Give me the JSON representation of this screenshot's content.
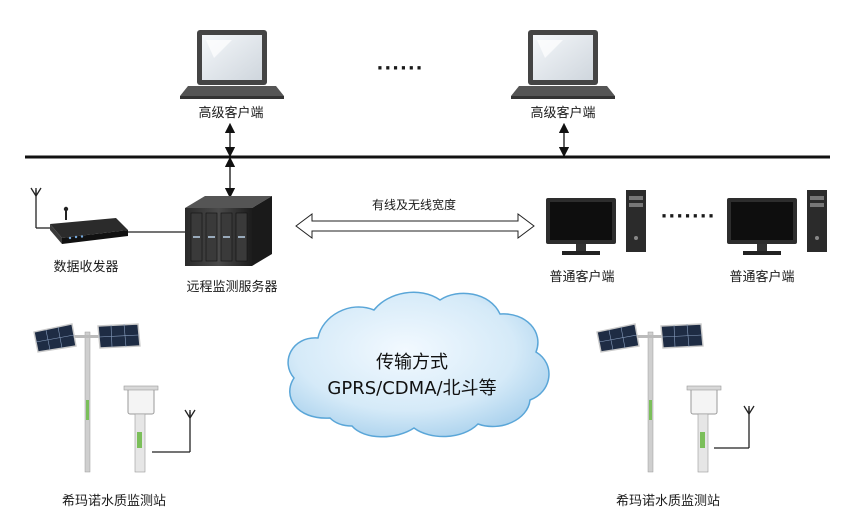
{
  "clients_top": {
    "left_label": "高级客户端",
    "right_label": "高级客户端",
    "ellipsis": "······"
  },
  "middle": {
    "data_transceiver_label": "数据收发器",
    "server_label": "远程监测服务器",
    "link_label": "有线及无线宽度",
    "normal_client_left_label": "普通客户端",
    "normal_client_right_label": "普通客户端",
    "ellipsis": "·······"
  },
  "cloud": {
    "line1": "传输方式",
    "line2": "GPRS/CDMA/北斗等",
    "fill_color": "#cfe6f6",
    "edge_color": "#5aa6d8"
  },
  "stations": {
    "left_label": "希玛诺水质监测站",
    "right_label": "希玛诺水质监测站"
  }
}
